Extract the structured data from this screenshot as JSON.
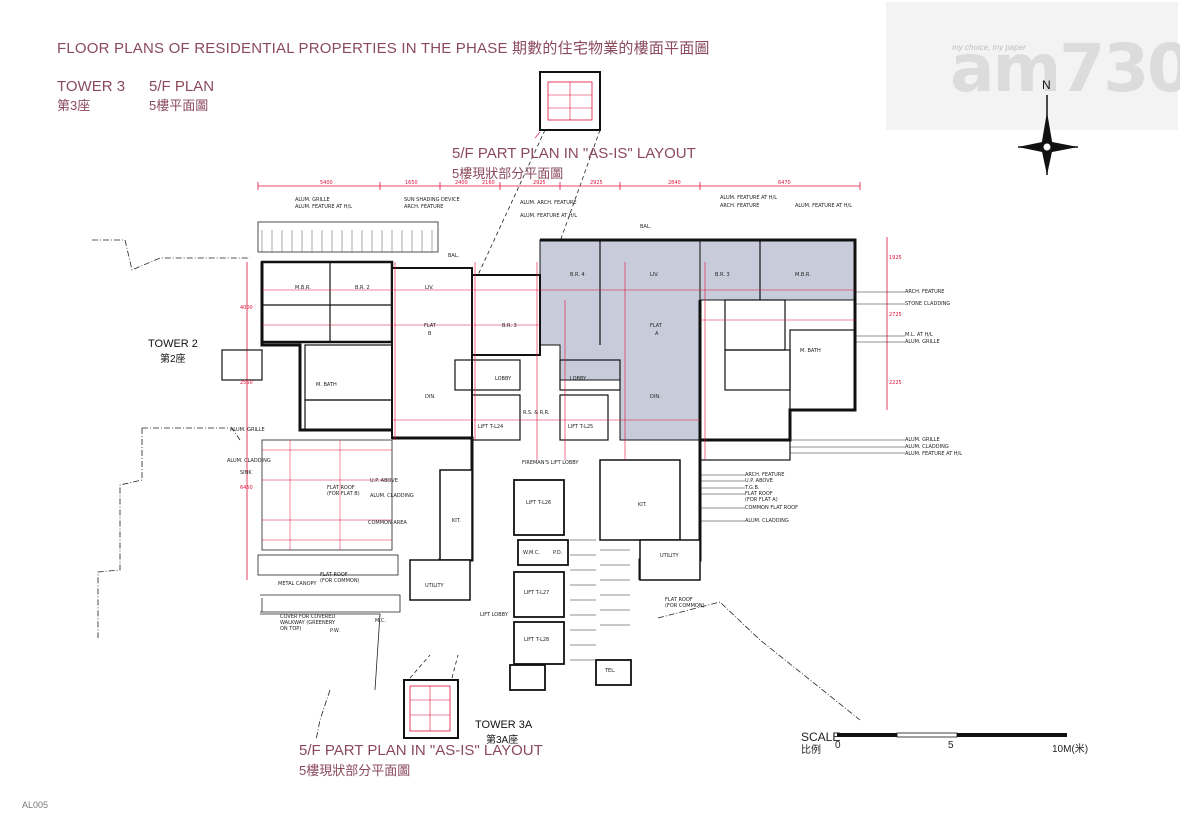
{
  "header": {
    "title": "FLOOR PLANS OF RESIDENTIAL PROPERTIES IN THE PHASE 期數的住宅物業的樓面平面圖",
    "tower_en": "TOWER 3",
    "tower_zh": "第3座",
    "plan_en": "5/F PLAN",
    "plan_zh": "5樓平面圖"
  },
  "part_plan_top": {
    "en": "5/F PART PLAN IN \"AS-IS\" LAYOUT",
    "zh": "5樓現狀部分平面圖"
  },
  "part_plan_bottom": {
    "en": "5/F PART PLAN IN \"AS-IS\" LAYOUT",
    "zh": "5樓現狀部分平面圖"
  },
  "logo": {
    "text": "am730",
    "tagline": "my choice, my paper"
  },
  "compass": {
    "north": "N"
  },
  "towers": {
    "tower2_en": "TOWER 2",
    "tower2_zh": "第2座",
    "tower3a_en": "TOWER 3A",
    "tower3a_zh": "第3A座"
  },
  "rooms": {
    "mbr_left": "M.B.R.",
    "br2_left": "B.R. 2",
    "liv_b": "LIV.",
    "flat_b": "FLAT",
    "flat_b_mark": "B",
    "br3_mid": "B.R. 3",
    "din_b": "DIN.",
    "mbath": "M. BATH",
    "bal_left": "BAL.",
    "flat_roof_b": "FLAT ROOF",
    "flat_roof_b_sub": "(FOR FLAT B)",
    "kit_b": "KIT.",
    "utility_b": "UTILITY",
    "br4": "B.R. 4",
    "liv_a": "LIV.",
    "flat_a": "FLAT",
    "flat_a_mark": "A",
    "din_a": "DIN.",
    "br3_right": "B.R. 3",
    "mbr_right": "M.B.R.",
    "bal_right": "BAL.",
    "mbath_right": "M. BATH",
    "kit_a": "KIT.",
    "utility_a": "UTILITY",
    "lobby_1": "LOBBY",
    "lobby_2": "LOBBY",
    "lift_t24": "LIFT T-L24",
    "lift_t25": "LIFT T-L25",
    "firemans": "FIREMAN'S LIFT LOBBY",
    "lift_t26": "LIFT T-L26",
    "wmc": "W.M.C.",
    "pd": "P.D.",
    "lift_t27": "LIFT T-L27",
    "lift_t28": "LIFT T-L28",
    "lift_lobby": "LIFT LOBBY",
    "tel": "TEL.",
    "flat_roof_common": "FLAT ROOF",
    "flat_roof_common_sub": "(FOR COMMON)",
    "flat_roof_common2": "FLAT ROOF",
    "flat_roof_common2_sub": "(FOR COMMON)",
    "rs_rr": "R.S. & R.R."
  },
  "annotations": {
    "alum_grille_top": "ALUM. GRILLE",
    "alum_feature_top": "ALUM. FEATURE AT H/L",
    "sun_shading": "SUN SHADING DEVICE",
    "arch_feature_top": "ARCH. FEATURE",
    "alum_arch_feature": "ALUM. ARCH. FEATURE",
    "alum_feature_at_hl2": "ALUM. FEATURE AT H/L",
    "alum_feature_right1": "ALUM. FEATURE AT H/L",
    "arch_feature_right1": "ARCH. FEATURE",
    "alum_feature_right2": "ALUM. FEATURE AT H/L",
    "arch_feature_r": "ARCH. FEATURE",
    "stone_cladding": "STONE CLADDING",
    "ml_at_hl": "M.L. AT H/L",
    "alum_grille_r": "ALUM. GRILLE",
    "alum_grille_r2": "ALUM. GRILLE",
    "alum_cladding_r": "ALUM. CLADDING",
    "alum_feature_r3": "ALUM. FEATURE AT H/L",
    "arch_feature_r4": "ARCH. FEATURE",
    "up_above": "U.P. ABOVE",
    "tgb": "T.G.B.",
    "flat_roof_a": "FLAT ROOF",
    "flat_roof_a_sub": "(FOR FLAT A)",
    "common_flat_roof": "COMMON FLAT ROOF",
    "alum_cladding_r5": "ALUM. CLADDING",
    "alum_grille_l": "ALUM. GRILLE",
    "alum_cladding_l": "ALUM. CLADDING",
    "sink": "SINK",
    "up_above_l": "U.P. ABOVE",
    "alum_cladding_l2": "ALUM. CLADDING",
    "common_area": "COMMON AREA",
    "metal_canopy": "METAL CANOPY",
    "cover_walkway": "COVER FOR COVERED WALKWAY (GREENERY ON TOP)",
    "pw": "P.W.",
    "mc": "M.C."
  },
  "dimensions": {
    "top_row": [
      "5400",
      "1650",
      "2400",
      "2160",
      "2925",
      "2925",
      "2840",
      "6470"
    ],
    "left_col": [
      "4000",
      "2550",
      "6450"
    ],
    "right_col": [
      "1925",
      "2725",
      "2225"
    ]
  },
  "scale": {
    "word": "SCALE",
    "zh": "比例",
    "tick0": "0",
    "tick5": "5",
    "tick10": "10M(米)"
  },
  "page_code": "AL005",
  "colors": {
    "title": "#8a4a5c",
    "dimension_red": "#e0103a",
    "flat_fill": "#c8ccda",
    "wall": "#111111"
  }
}
